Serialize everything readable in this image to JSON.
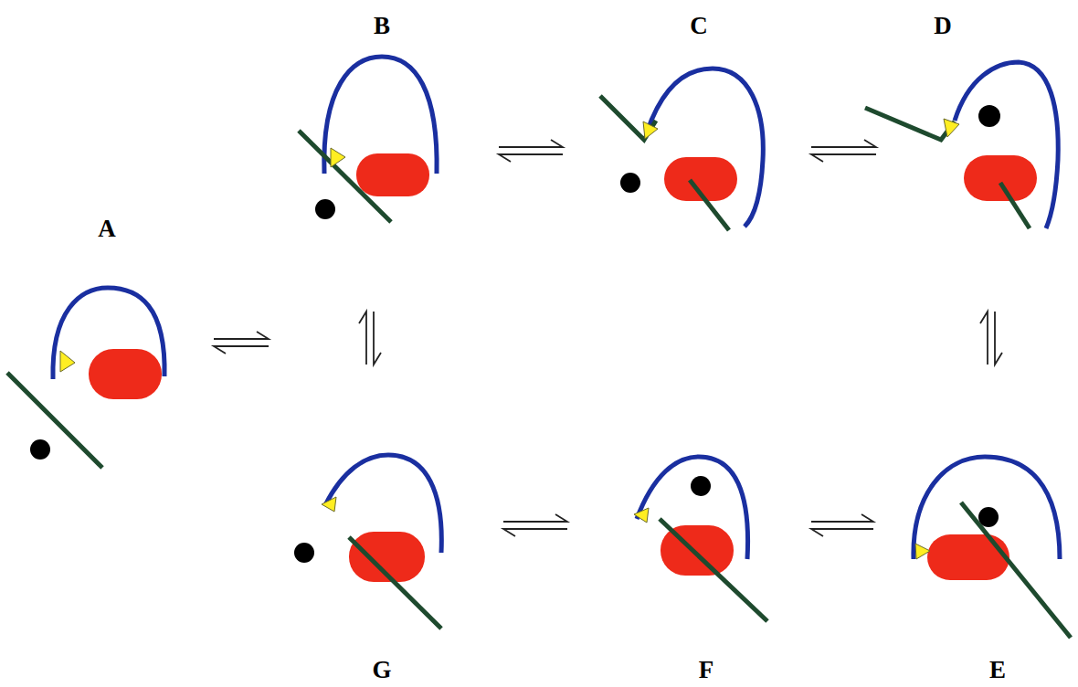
{
  "diagram": {
    "nodes": [
      {
        "text": [
          "A"
        ]
      },
      {
        "text": [
          "B"
        ]
      },
      {
        "text": [
          "C"
        ]
      },
      {
        "text": [
          "D"
        ]
      },
      {
        "text": [
          "E"
        ]
      },
      {
        "text": [
          "F"
        ]
      },
      {
        "text": [
          "G"
        ]
      }
    ],
    "edges": [
      {
        "from": 0,
        "to": 1,
        "arrow": "both"
      },
      {
        "from": 1,
        "to": 2,
        "arrow": "both"
      },
      {
        "from": 2,
        "to": 3,
        "arrow": "both"
      },
      {
        "from": 3,
        "to": 4,
        "arrow": "both"
      },
      {
        "from": 4,
        "to": 5,
        "arrow": "both"
      },
      {
        "from": 5,
        "to": 6,
        "arrow": "both"
      },
      {
        "from": 1,
        "to": 6,
        "arrow": "both"
      }
    ]
  }
}
